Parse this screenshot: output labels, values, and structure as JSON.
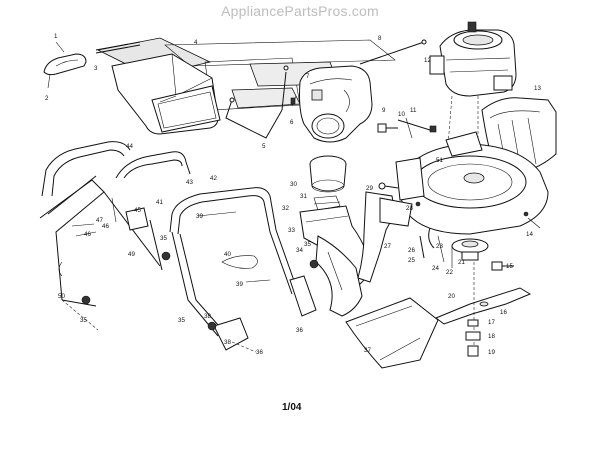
{
  "watermark": "AppliancePartsPros.com",
  "footer_code": "1/04",
  "callouts": [
    "1",
    "2",
    "3",
    "4",
    "5",
    "6",
    "7",
    "8",
    "9",
    "10",
    "11",
    "12",
    "13",
    "14",
    "15",
    "16",
    "17",
    "18",
    "19",
    "20",
    "21",
    "22",
    "23",
    "24",
    "25",
    "26",
    "27",
    "28",
    "29",
    "30",
    "31",
    "32",
    "33",
    "34",
    "35",
    "36",
    "37",
    "38",
    "39",
    "40",
    "41",
    "42",
    "43",
    "44",
    "45",
    "46",
    "47",
    "49",
    "50",
    "51"
  ]
}
